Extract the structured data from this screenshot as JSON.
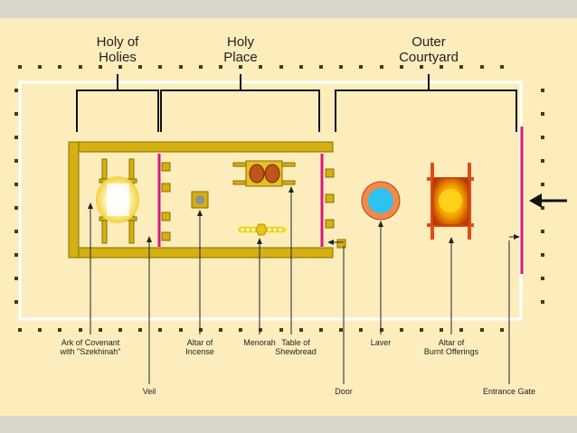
{
  "headers": {
    "holy_of_holies": [
      "Holy of",
      "Holies"
    ],
    "holy_place": [
      "Holy",
      "Place"
    ],
    "outer_courtyard": [
      "Outer",
      "Courtyard"
    ]
  },
  "labels": {
    "ark": [
      "Ark of Covenant",
      "with \"Szekhinah\""
    ],
    "veil": "Veil",
    "altar_of_incense": [
      "Altar of",
      "Incense"
    ],
    "menorah": "Menorah",
    "table_of_shewbread": [
      "Table of",
      "Shewbread"
    ],
    "door": "Door",
    "laver": "Laver",
    "altar_of_burnt_offerings": [
      "Altar of",
      "Burnt Offerings"
    ],
    "entrance_gate": "Entrance Gate"
  },
  "colors": {
    "background": "#fdedbd",
    "gold": "#d4b012",
    "gold_dark": "#8a6d00",
    "veil_pink": "#d6197f",
    "laver_orange": "#f08a4b",
    "laver_blue": "#2ec2ee",
    "altar_red": "#e24a17"
  }
}
